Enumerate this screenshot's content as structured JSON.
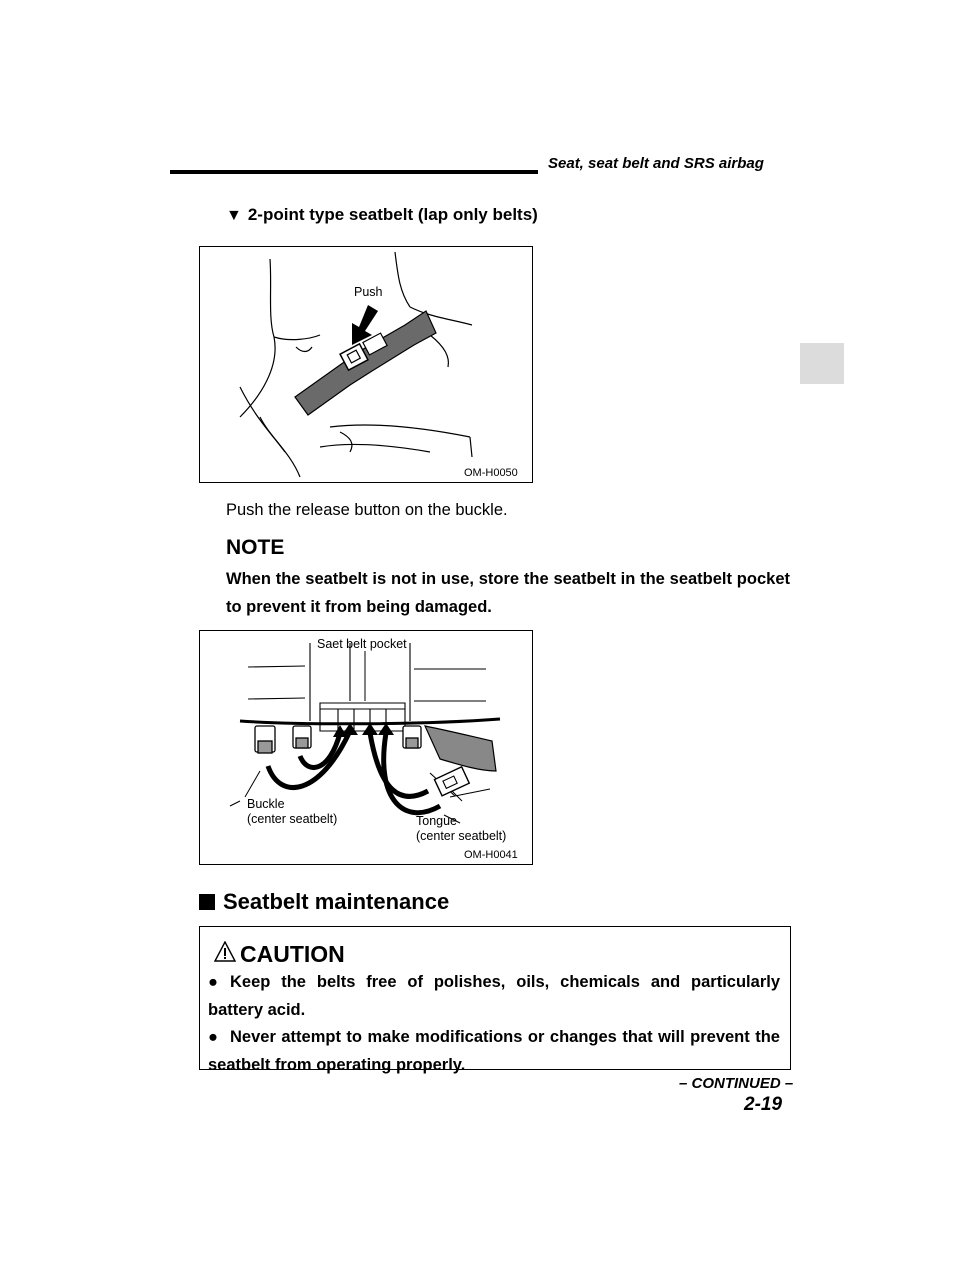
{
  "header": {
    "title": "Seat, seat belt and SRS airbag"
  },
  "subsection": {
    "marker": "▼",
    "title": "2-point type seatbelt (lap only belts)"
  },
  "figure1": {
    "label_push": "Push",
    "code": "OM-H0050"
  },
  "body": {
    "instruction": "Push the release button on the buckle."
  },
  "note": {
    "title": "NOTE",
    "text": "When the seatbelt is not in use, store the seatbelt in the seatbelt pocket to prevent it from being damaged."
  },
  "figure2": {
    "label_pocket": "Saet belt pocket",
    "label_buckle_1": "Buckle",
    "label_buckle_2": "(center seatbelt)",
    "label_tongue_1": "Tongue",
    "label_tongue_2": "(center seatbelt)",
    "code": "OM-H0041"
  },
  "section": {
    "title": "Seatbelt maintenance"
  },
  "caution": {
    "title": "CAUTION",
    "bullet_symbol": "●",
    "items": [
      "Keep the belts free of polishes, oils, chemicals and particularly battery acid.",
      "Never attempt to make modifications or changes that will prevent the seatbelt from operating properly."
    ]
  },
  "footer": {
    "continued": "– CONTINUED –",
    "page_number": "2-19"
  },
  "colors": {
    "side_tab": "#dcdcdc",
    "ink": "#000000"
  }
}
